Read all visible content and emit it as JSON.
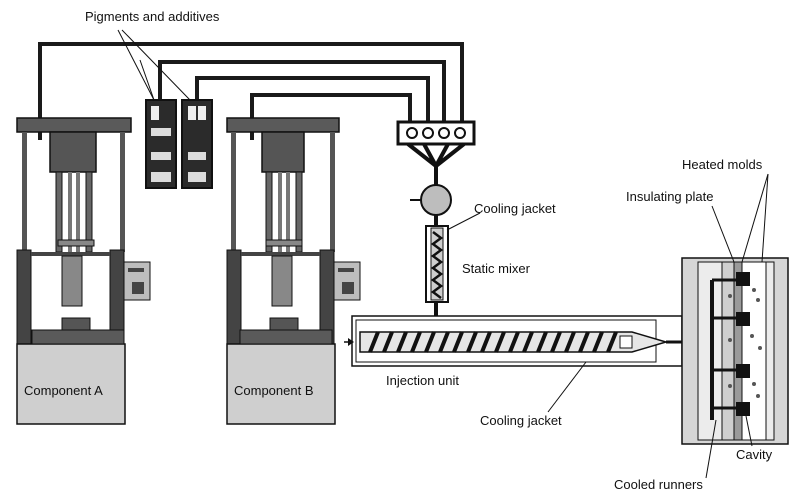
{
  "labels": {
    "pigments": "Pigments and additives",
    "component_a": "Component A",
    "component_b": "Component B",
    "cooling_jacket_top": "Cooling jacket",
    "static_mixer": "Static mixer",
    "injection_unit": "Injection unit",
    "cooling_jacket_bottom": "Cooling jacket",
    "heated_molds": "Heated molds",
    "insulating_plate": "Insulating plate",
    "cavity": "Cavity",
    "cooled_runners": "Cooled runners"
  },
  "colors": {
    "line": "#1a1a1a",
    "machine_dark": "#4a4a4a",
    "machine_base": "#cfcfcf",
    "mold_body": "#d6d6d6"
  }
}
